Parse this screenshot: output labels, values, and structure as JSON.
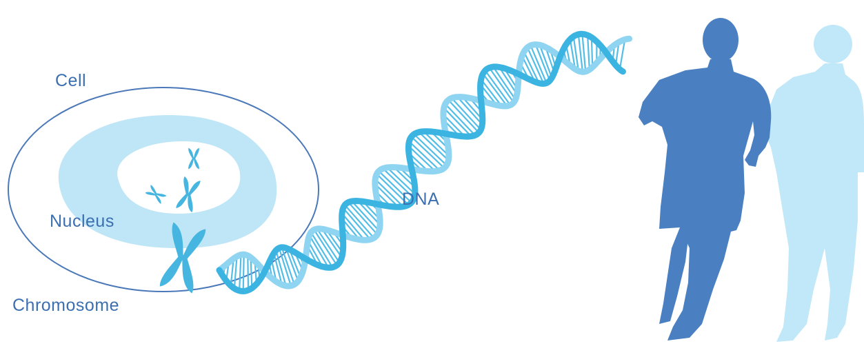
{
  "labels": {
    "cell": "Cell",
    "nucleus": "Nucleus",
    "chromosome": "Chromosome",
    "dna": "DNA"
  },
  "colors": {
    "label": "#3b6fb0",
    "cell_outline": "#4a78b8",
    "nucleus_ring": "#bfe6f6",
    "chromosome": "#46b6e0",
    "dna_dark": "#3cb4e2",
    "dna_light": "#8fd4f1",
    "dna_rung": "#52bde6",
    "runner_front": "#4a80c2",
    "runner_back": "#c1e8f8"
  },
  "icons": {
    "cell": "cell-outline-icon",
    "nucleus": "nucleus-ring-icon",
    "chromosome": "chromosome-icon",
    "dna": "dna-helix-icon",
    "runner_front": "runner-silhouette-icon",
    "runner_back": "runner-silhouette-icon"
  }
}
